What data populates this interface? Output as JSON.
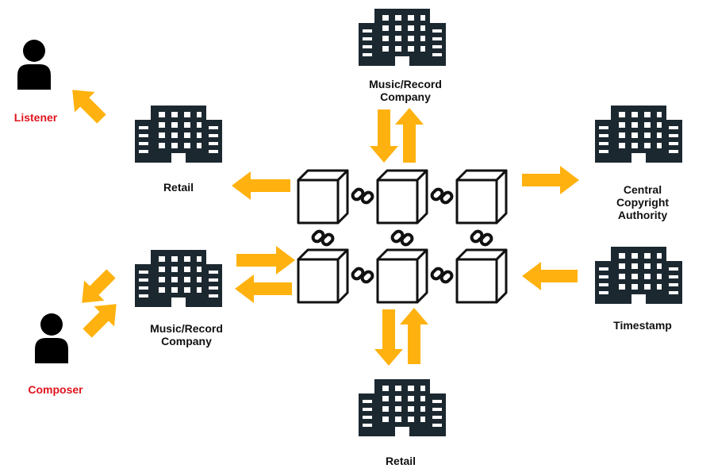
{
  "labels": {
    "listener": "Listener",
    "composer": "Composer",
    "retail_left": "Retail",
    "record_left_1": "Music/Record",
    "record_left_2": "Company",
    "record_top_1": "Music/Record",
    "record_top_2": "Company",
    "authority_1": "Central",
    "authority_2": "Copyright",
    "authority_3": "Authority",
    "timestamp": "Timestamp",
    "retail_bottom": "Retail"
  },
  "colors": {
    "arrow": "#ffb20f",
    "building": "#1c2830",
    "person": "#000000",
    "highlight_text": "#e0141e"
  }
}
